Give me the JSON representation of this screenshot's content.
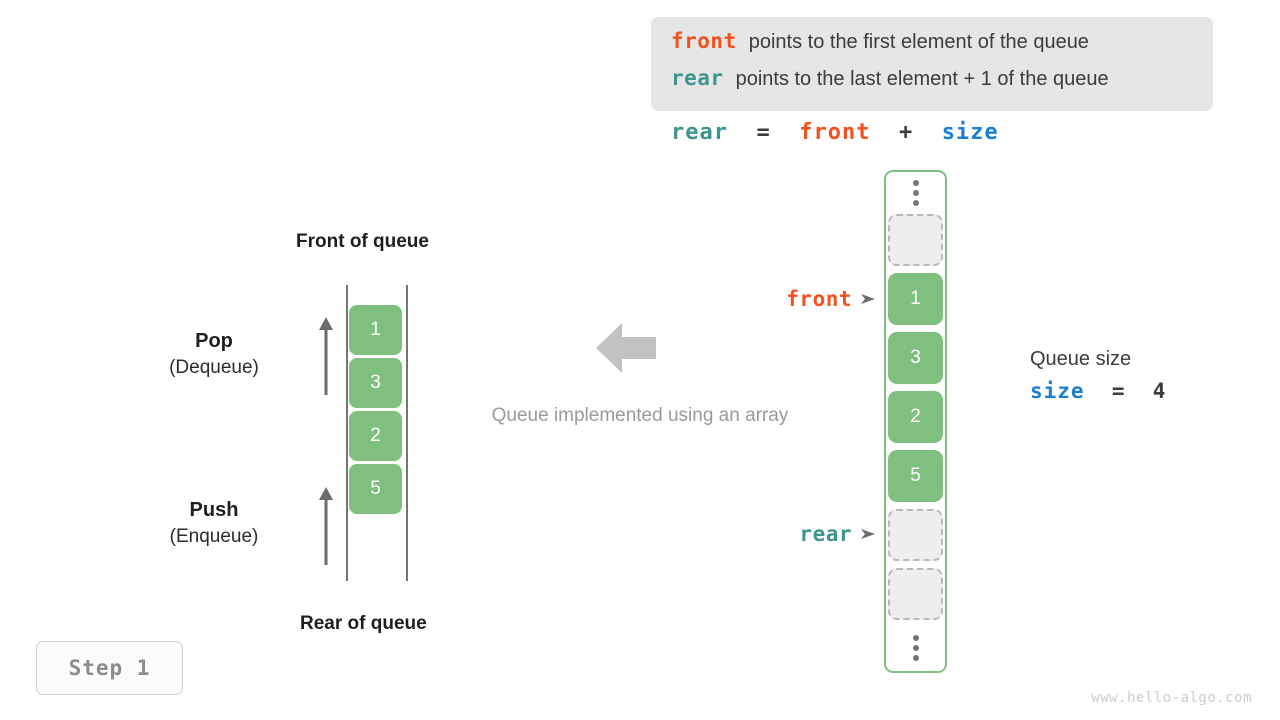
{
  "definitions": {
    "lines": [
      {
        "keyword": "front",
        "keyword_color": "#f4511e",
        "text": "points to the first element of the queue"
      },
      {
        "keyword": "rear",
        "keyword_color": "#3d9490",
        "text": "points to the last element + 1 of the queue"
      }
    ]
  },
  "formula": {
    "lhs": "rear",
    "eq": "  =  ",
    "rhs1": "front",
    "plus": "  +  ",
    "rhs2": "size"
  },
  "logical_queue": {
    "top_label": "Front of queue",
    "bottom_label": "Rear of queue",
    "cells": [
      "1",
      "3",
      "2",
      "5"
    ],
    "operations": [
      {
        "main": "Pop",
        "sub": "(Dequeue)"
      },
      {
        "main": "Push",
        "sub": "(Enqueue)"
      }
    ]
  },
  "center": {
    "caption": "Queue implemented using an array",
    "arrow_color": "#c2c2c2"
  },
  "array": {
    "slots": [
      {
        "value": "",
        "state": "empty"
      },
      {
        "value": "1",
        "state": "filled"
      },
      {
        "value": "3",
        "state": "filled"
      },
      {
        "value": "2",
        "state": "filled"
      },
      {
        "value": "5",
        "state": "filled"
      },
      {
        "value": "",
        "state": "empty"
      },
      {
        "value": "",
        "state": "empty"
      }
    ],
    "pointers": {
      "front": "front",
      "rear": "rear"
    },
    "fill_color": "#7fbf7f",
    "border_color": "#7fbf7f"
  },
  "size_info": {
    "title": "Queue size",
    "var": "size",
    "eq": "  =  ",
    "value": "4"
  },
  "step": {
    "label": "Step 1"
  },
  "watermark": {
    "text": "www.hello-algo.com"
  }
}
